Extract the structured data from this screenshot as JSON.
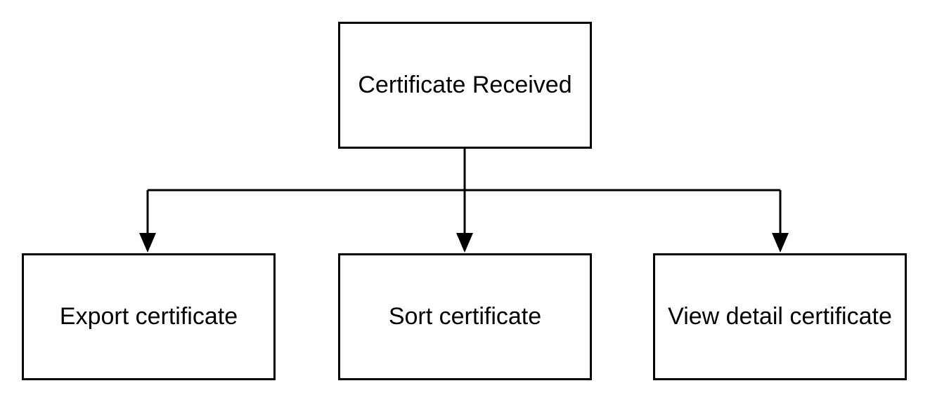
{
  "diagram": {
    "root": {
      "label": "Certificate Received"
    },
    "children": [
      {
        "label": "Export certificate"
      },
      {
        "label": "Sort certificate"
      },
      {
        "label": "View detail certificate"
      }
    ]
  },
  "colors": {
    "stroke": "#000000",
    "fill": "#ffffff",
    "text": "#000000"
  }
}
